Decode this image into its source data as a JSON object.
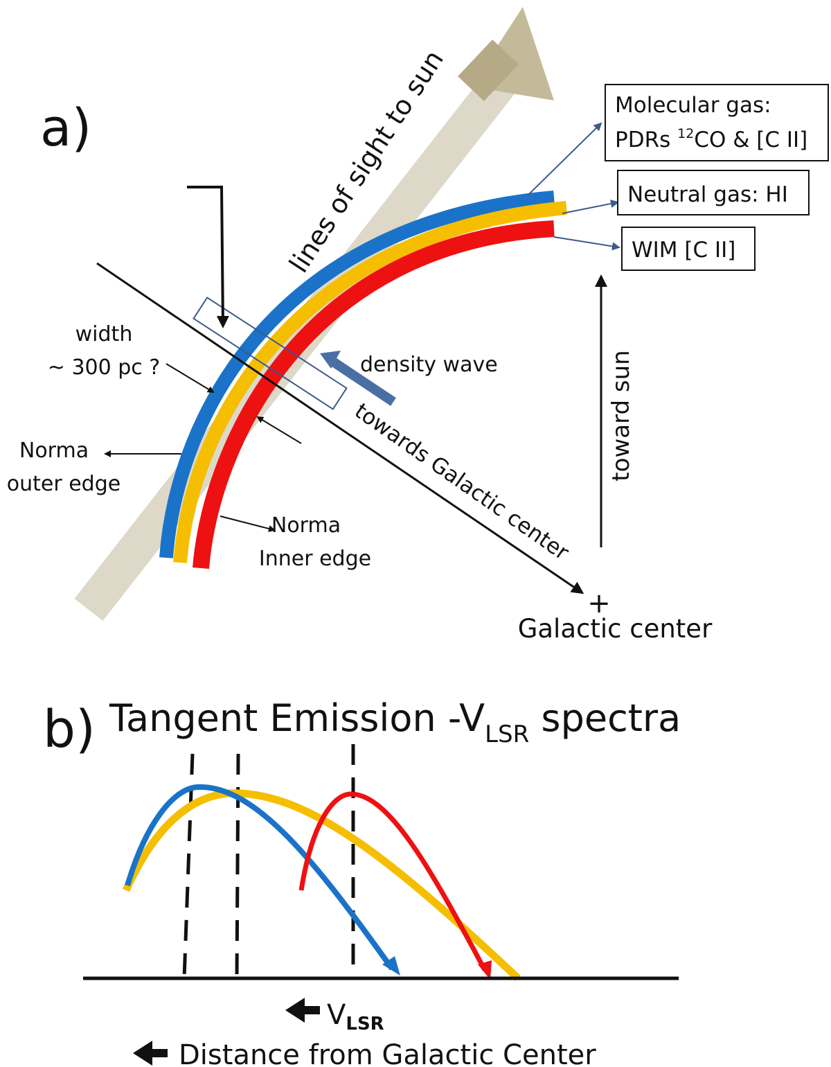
{
  "panel_a": {
    "label": "a)",
    "sightline_label": "lines of sight to sun",
    "box_molecular": {
      "line1": "Molecular gas:",
      "line2_prefix": "PDRs  ",
      "line2_sup": "12",
      "line2_suffix": "CO & [C II]"
    },
    "box_neutral": "Neutral gas: HI",
    "box_wim": "WIM [C II]",
    "width_label_1": "width",
    "width_label_2": "~ 300 pc ?",
    "density_wave": "density wave",
    "towards_gc": "towards Galactic center",
    "toward_sun": "toward sun",
    "norma_outer_1": "Norma",
    "norma_outer_2": "outer edge",
    "norma_inner_1": "Norma",
    "norma_inner_2": "Inner edge",
    "gc_mark": "+",
    "gc_label": "Galactic center"
  },
  "panel_b": {
    "label": "b)",
    "title_prefix": "Tangent Emission -V",
    "title_sub": "LSR",
    "title_suffix": " spectra",
    "xaxis_v": "V",
    "xaxis_v_sub": "LSR",
    "xaxis_distance": "Distance from Galactic Center"
  },
  "colors": {
    "molecular": "#1a73c8",
    "neutral": "#f5be00",
    "wim": "#ee1111",
    "sightline": "#ddd8c8",
    "sightline_head": "#c4b998",
    "density_arrow": "#4a6fa5",
    "box_outline": "#3a5a8a"
  }
}
